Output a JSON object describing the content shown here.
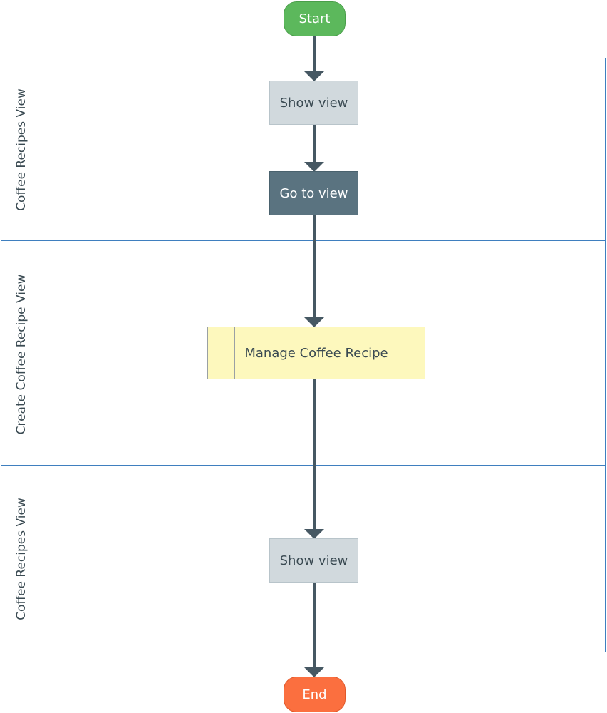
{
  "lanes": [
    {
      "label": "Coffee Recipes View"
    },
    {
      "label": "Create Coffee Recipe View"
    },
    {
      "label": "Coffee Recipes View"
    }
  ],
  "nodes": {
    "start": "Start",
    "show_view_1": "Show view",
    "go_to_view": "Go to view",
    "manage_coffee_recipe": "Manage Coffee Recipe",
    "show_view_2": "Show view",
    "end": "End"
  },
  "colors": {
    "lane_border": "#3f7fbf",
    "connector": "#465863",
    "start_fill": "#5cb85c",
    "end_fill": "#fb6f3f",
    "task_light_fill": "#d1d9dd",
    "task_dark_fill": "#5a7380",
    "subprocess_fill": "#fdf8bd"
  }
}
